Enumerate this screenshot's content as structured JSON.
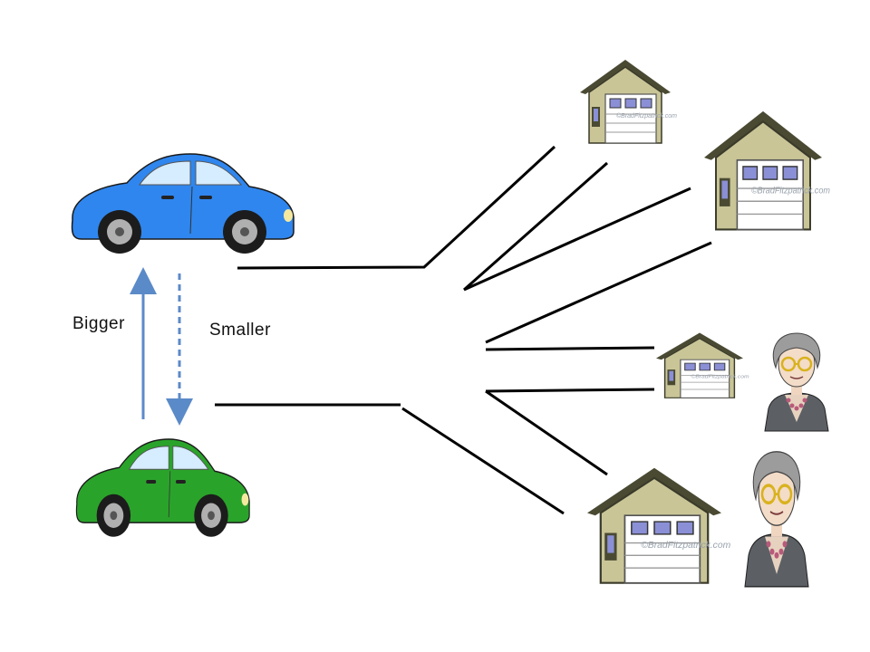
{
  "labels": {
    "bigger": "Bigger",
    "smaller": "Smaller"
  },
  "watermark": "©BradFitzpatrick.com",
  "colors": {
    "blue_car": "#2f86ee",
    "green_car": "#2aa32a",
    "arrow": "#5b8ac8",
    "line": "#000000",
    "garage_wall": "#c9c597",
    "garage_roof": "#4a4a33",
    "garage_door": "#ffffff"
  },
  "icons": [
    "blue-car-icon",
    "green-car-icon",
    "garage-icon",
    "old-woman-icon"
  ]
}
